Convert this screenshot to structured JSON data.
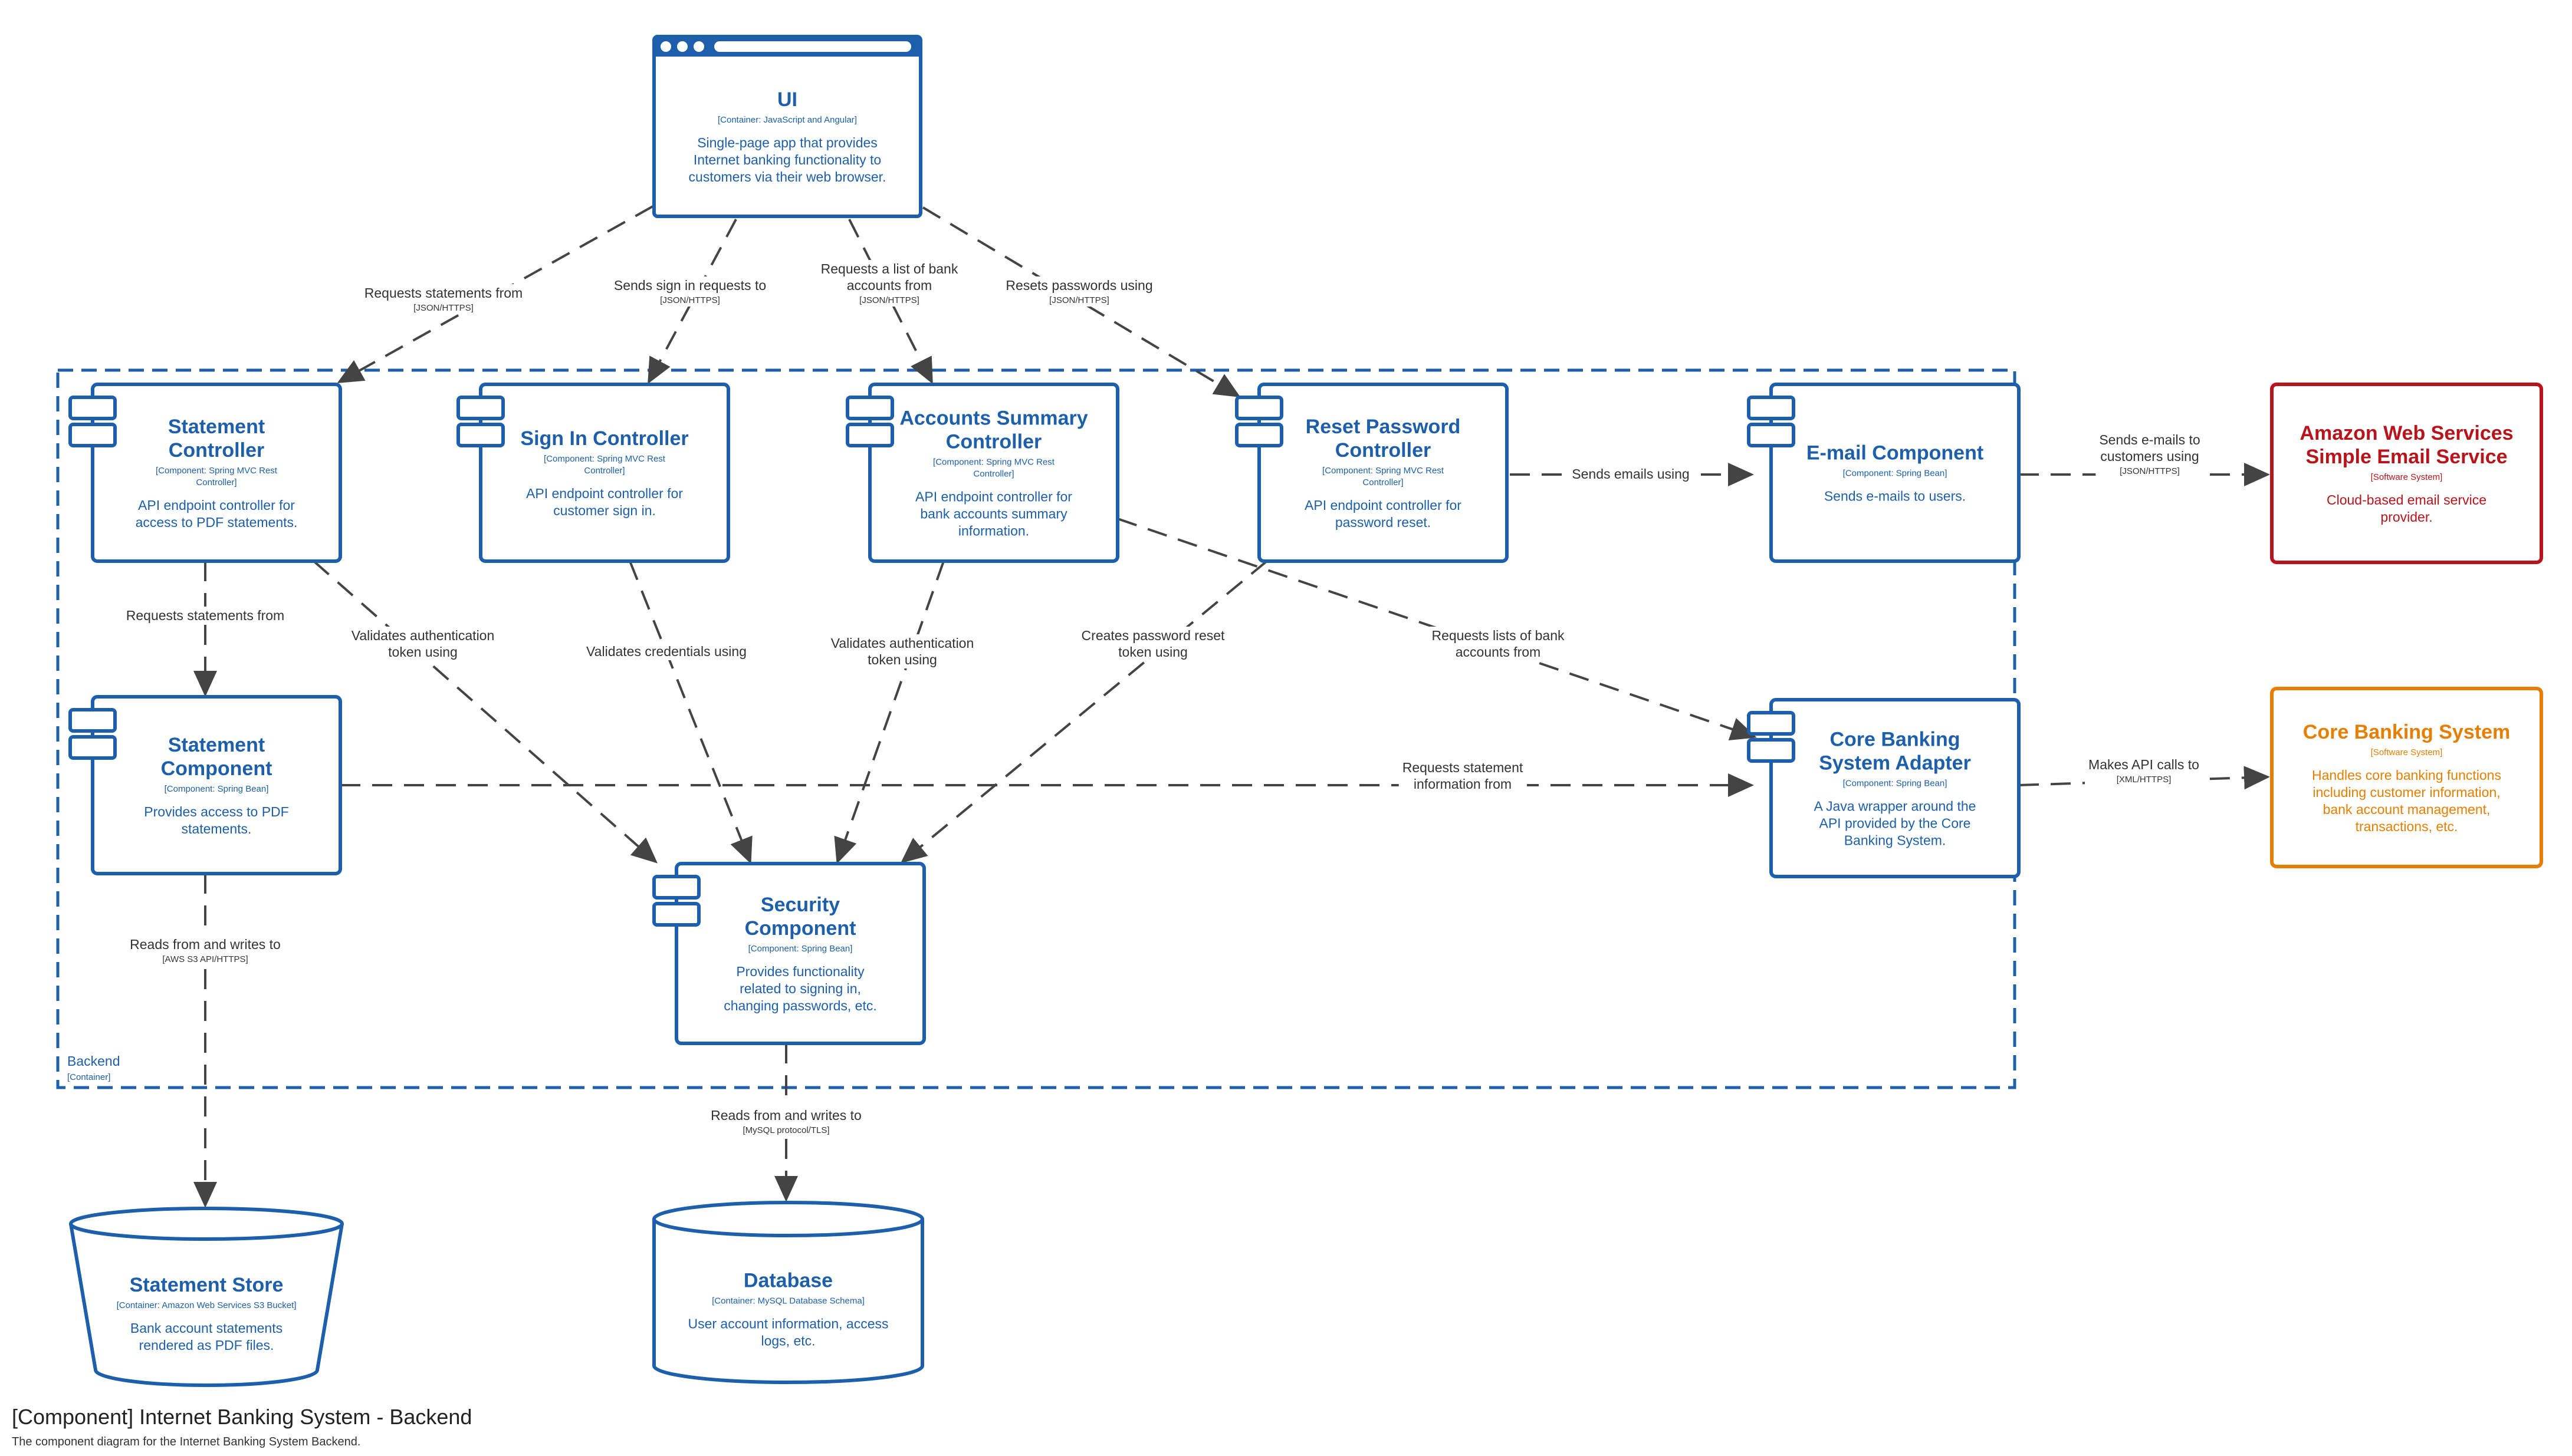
{
  "colors": {
    "component": "#1d5faa",
    "external_red": "#b8141b",
    "external_orange": "#e67e00",
    "edge": "#444444",
    "boundary": "#1d5faa"
  },
  "boundary": {
    "name": "Backend",
    "type": "[Container]"
  },
  "nodes": {
    "ui": {
      "title": "UI",
      "tech": "[Container: JavaScript and Angular]",
      "desc": [
        "Single-page app that provides",
        "Internet banking functionality to",
        "customers via their web browser."
      ]
    },
    "statement_controller": {
      "title": [
        "Statement",
        "Controller"
      ],
      "tech": [
        "[Component: Spring MVC Rest",
        "Controller]"
      ],
      "desc": [
        "API endpoint controller for",
        "access to PDF statements."
      ]
    },
    "signin_controller": {
      "title": [
        "Sign In Controller"
      ],
      "tech": [
        "[Component: Spring MVC Rest",
        "Controller]"
      ],
      "desc": [
        "API endpoint controller for",
        "customer sign in."
      ]
    },
    "accounts_controller": {
      "title": [
        "Accounts Summary",
        "Controller"
      ],
      "tech": [
        "[Component: Spring MVC Rest",
        "Controller]"
      ],
      "desc": [
        "API endpoint controller for",
        "bank accounts summary",
        "information."
      ]
    },
    "reset_controller": {
      "title": [
        "Reset Password",
        "Controller"
      ],
      "tech": [
        "[Component: Spring MVC Rest",
        "Controller]"
      ],
      "desc": [
        "API endpoint controller for",
        "password reset."
      ]
    },
    "email_component": {
      "title": [
        "E-mail Component"
      ],
      "tech": [
        "[Component: Spring Bean]"
      ],
      "desc": [
        "Sends e-mails to users."
      ]
    },
    "statement_component": {
      "title": [
        "Statement",
        "Component"
      ],
      "tech": [
        "[Component: Spring Bean]"
      ],
      "desc": [
        "Provides access to PDF",
        "statements."
      ]
    },
    "security_component": {
      "title": [
        "Security",
        "Component"
      ],
      "tech": [
        "[Component: Spring Bean]"
      ],
      "desc": [
        "Provides functionality",
        "related to signing in,",
        "changing passwords, etc."
      ]
    },
    "cbs_adapter": {
      "title": [
        "Core Banking",
        "System Adapter"
      ],
      "tech": [
        "[Component: Spring Bean]"
      ],
      "desc": [
        "A Java wrapper around the",
        "API provided by the Core",
        "Banking System."
      ]
    },
    "aws_ses": {
      "title": [
        "Amazon Web Services",
        "Simple Email Service"
      ],
      "tech": [
        "[Software System]"
      ],
      "desc": [
        "Cloud-based email service",
        "provider."
      ]
    },
    "core_banking": {
      "title": [
        "Core Banking System"
      ],
      "tech": [
        "[Software System]"
      ],
      "desc": [
        "Handles core banking functions",
        "including customer information,",
        "bank account management,",
        "transactions, etc."
      ]
    },
    "statement_store": {
      "title": [
        "Statement Store"
      ],
      "tech": [
        "[Container: Amazon Web Services S3 Bucket]"
      ],
      "desc": [
        "Bank account statements",
        "rendered as PDF files."
      ]
    },
    "database": {
      "title": [
        "Database"
      ],
      "tech": [
        "[Container: MySQL Database Schema]"
      ],
      "desc": [
        "User account information, access",
        "logs, etc."
      ]
    }
  },
  "edges": [
    {
      "id": "ui-statement",
      "label": [
        "Requests statements from"
      ],
      "tech": "[JSON/HTTPS]"
    },
    {
      "id": "ui-signin",
      "label": [
        "Sends sign in requests to"
      ],
      "tech": "[JSON/HTTPS]"
    },
    {
      "id": "ui-accounts",
      "label": [
        "Requests a list of bank",
        "accounts from"
      ],
      "tech": "[JSON/HTTPS]"
    },
    {
      "id": "ui-reset",
      "label": [
        "Resets passwords using"
      ],
      "tech": "[JSON/HTTPS]"
    },
    {
      "id": "reset-email",
      "label": [
        "Sends emails using"
      ],
      "tech": ""
    },
    {
      "id": "email-ses",
      "label": [
        "Sends e-mails to",
        "customers using"
      ],
      "tech": "[JSON/HTTPS]"
    },
    {
      "id": "stmtctrl-stmtcomp",
      "label": [
        "Requests statements from"
      ],
      "tech": ""
    },
    {
      "id": "stmtctrl-security",
      "label": [
        "Validates authentication",
        "token using"
      ],
      "tech": ""
    },
    {
      "id": "signin-security",
      "label": [
        "Validates credentials using"
      ],
      "tech": ""
    },
    {
      "id": "accounts-security",
      "label": [
        "Validates authentication",
        "token using"
      ],
      "tech": ""
    },
    {
      "id": "reset-security",
      "label": [
        "Creates password reset",
        "token using"
      ],
      "tech": ""
    },
    {
      "id": "accounts-cbs",
      "label": [
        "Requests lists of bank",
        "accounts from"
      ],
      "tech": ""
    },
    {
      "id": "stmtcomp-cbs",
      "label": [
        "Requests statement",
        "information from"
      ],
      "tech": ""
    },
    {
      "id": "cbs-core",
      "label": [
        "Makes API calls to"
      ],
      "tech": "[XML/HTTPS]"
    },
    {
      "id": "stmtcomp-store",
      "label": [
        "Reads from and writes to"
      ],
      "tech": "[AWS S3 API/HTTPS]"
    },
    {
      "id": "security-db",
      "label": [
        "Reads from and writes to"
      ],
      "tech": "[MySQL protocol/TLS]"
    }
  ],
  "footer": {
    "title": "[Component] Internet Banking System - Backend",
    "description": "The component diagram for the Internet Banking System Backend."
  }
}
